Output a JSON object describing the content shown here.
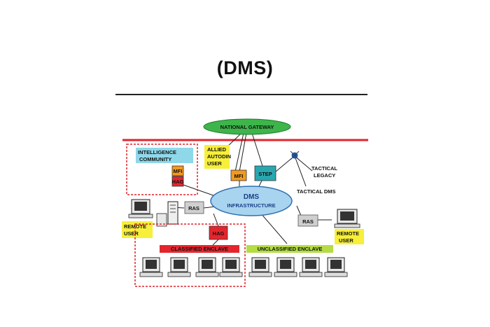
{
  "title": "(DMS)",
  "diagram": {
    "national_gateway": "NATIONAL GATEWAY",
    "dms_infrastructure": [
      "DMS",
      "INFRASTRUCTURE"
    ],
    "intelligence_community": [
      "INTELLIGENCE",
      "COMMUNITY"
    ],
    "allied_autodin_user": [
      "ALLIED",
      "AUTODIN",
      "USER"
    ],
    "mfi_left": "MFI",
    "hag_top": "HAG",
    "mfi_center": "MFI",
    "step": "STEP",
    "tactical_legacy": [
      "TACTICAL",
      "LEGACY"
    ],
    "tactical_dms": "TACTICAL DMS",
    "ras_left": "RAS",
    "ras_right": "RAS",
    "remote_user_left": [
      "REMOTE",
      "USER"
    ],
    "remote_user_right": [
      "REMOTE",
      "USER"
    ],
    "hag_bottom": "HAG",
    "classified_enclave": "CLASSIFIED  ENCLAVE",
    "unclassified_enclave": "UNCLASSIFIED ENCLAVE"
  },
  "colors": {
    "gateway_green": "#3db54a",
    "backbone_red": "#e0242b",
    "infrastructure_blue": "#a9d4ef",
    "mfi_orange": "#f39a1e",
    "hag_red": "#e3262d",
    "step_teal": "#29a7b0",
    "label_yellow": "#f7ef3a",
    "label_cyan": "#8fd8ea",
    "unclassified_green": "#b5dc45",
    "ras_gray": "#cfcfcf"
  }
}
